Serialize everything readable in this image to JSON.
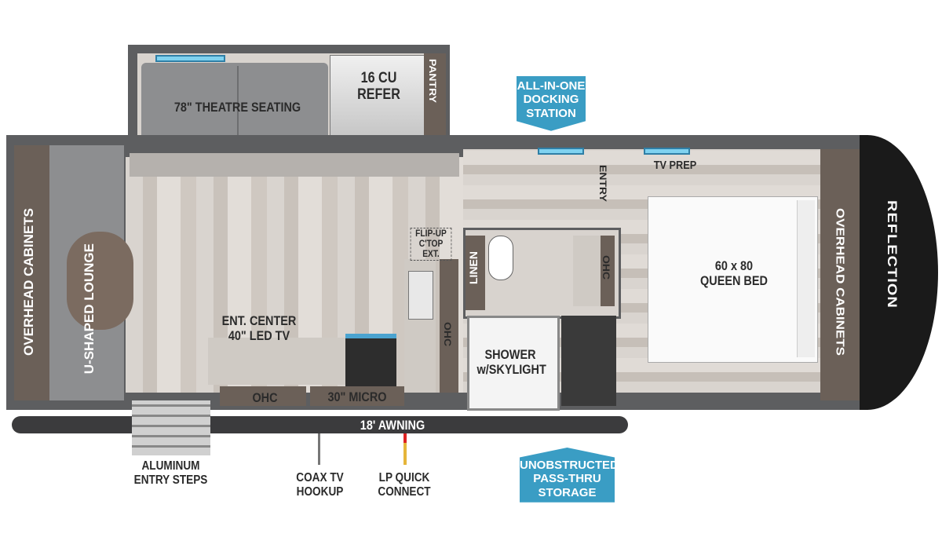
{
  "brand": "REFLECTION",
  "labels": {
    "theatre_seating": "78\" THEATRE SEATING",
    "refer": "16 CU REFER",
    "pantry": "PANTRY",
    "entry": "ENTRY",
    "tv_prep": "TV PREP",
    "overhead_cabinets_left": "OVERHEAD CABINETS",
    "overhead_cabinets_right": "OVERHEAD CABINETS",
    "lounge": "U-SHAPED LOUNGE",
    "flip_up": "FLIP-UP C'TOP EXT.",
    "linen": "LINEN",
    "ohc_bath": "OHC",
    "ohc_kitchen": "OHC",
    "ohc_front": "OHC",
    "queen_bed": "60 x 80 QUEEN BED",
    "ent_center": "ENT. CENTER 40\" LED TV",
    "shower": "SHOWER w/SKYLIGHT",
    "micro": "30\" MICRO",
    "awning": "18' AWNING",
    "steps": "ALUMINUM ENTRY STEPS",
    "coax": "COAX TV HOOKUP",
    "lp": "LP QUICK CONNECT"
  },
  "callouts": {
    "docking": "ALL-IN-ONE DOCKING STATION",
    "storage": "UNOBSTRUCTED PASS-THRU STORAGE"
  },
  "colors": {
    "accent": "#3a9dc4",
    "wall": "#5d5e60",
    "cap": "#1a1a1a"
  }
}
